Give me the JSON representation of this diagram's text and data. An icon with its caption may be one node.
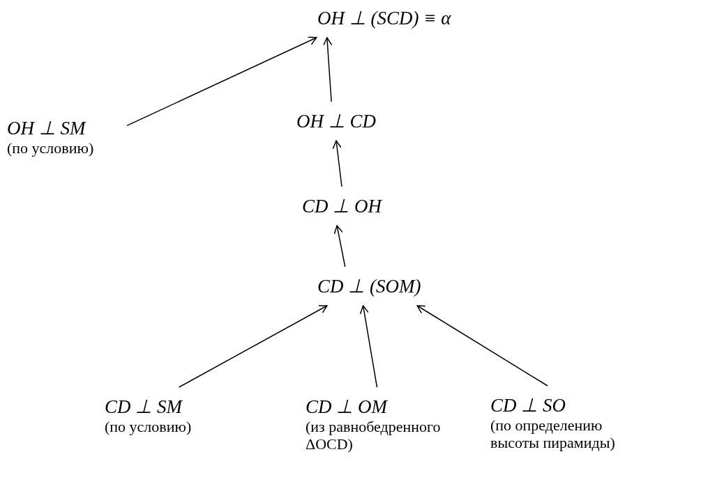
{
  "diagram": {
    "nodes": [
      {
        "text": [
          "OH ⊥ (SCD) ≡ α"
        ]
      },
      {
        "text": [
          "OH ⊥ SM",
          "(по условию)"
        ]
      },
      {
        "text": [
          "OH ⊥ CD"
        ]
      },
      {
        "text": [
          "CD ⊥ OH"
        ]
      },
      {
        "text": [
          "CD ⊥ (SOM)"
        ]
      },
      {
        "text": [
          "CD ⊥ SM",
          "(по условию)"
        ]
      },
      {
        "text": [
          "CD ⊥ OM",
          "(из равнобедренного ΔOCD)"
        ]
      },
      {
        "text": [
          "CD ⊥ SO",
          "(по определению высоты пирамиды)"
        ]
      }
    ],
    "edges": [
      {
        "from": 1,
        "to": 0,
        "arrow": "to"
      },
      {
        "from": 2,
        "to": 0,
        "arrow": "to"
      },
      {
        "from": 3,
        "to": 2,
        "arrow": "to"
      },
      {
        "from": 4,
        "to": 3,
        "arrow": "to"
      },
      {
        "from": 5,
        "to": 4,
        "arrow": "to"
      },
      {
        "from": 6,
        "to": 4,
        "arrow": "to"
      },
      {
        "from": 7,
        "to": 4,
        "arrow": "to"
      }
    ]
  }
}
